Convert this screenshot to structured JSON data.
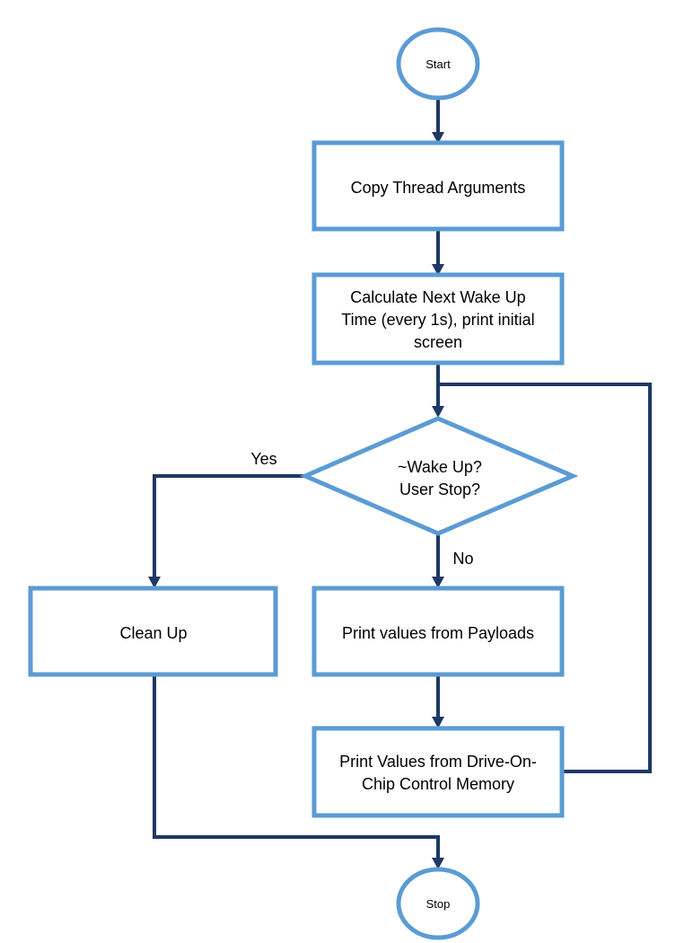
{
  "nodes": {
    "start": {
      "label": "Start"
    },
    "copy_args": {
      "label": "Copy Thread Arguments"
    },
    "calc_wake": {
      "line1": "Calculate Next Wake Up",
      "line2": "Time (every 1s), print initial",
      "line3": "screen"
    },
    "decision": {
      "line1": "~Wake Up?",
      "line2": "User Stop?"
    },
    "clean_up": {
      "label": "Clean Up"
    },
    "print_payloads": {
      "label": "Print values from Payloads"
    },
    "print_doc": {
      "line1": "Print Values from Drive-On-",
      "line2": "Chip Control Memory"
    },
    "stop": {
      "label": "Stop"
    }
  },
  "edges": {
    "yes_label": "Yes",
    "no_label": "No"
  },
  "colors": {
    "shape_border": "#5b9bd5",
    "connector": "#1f3864"
  }
}
